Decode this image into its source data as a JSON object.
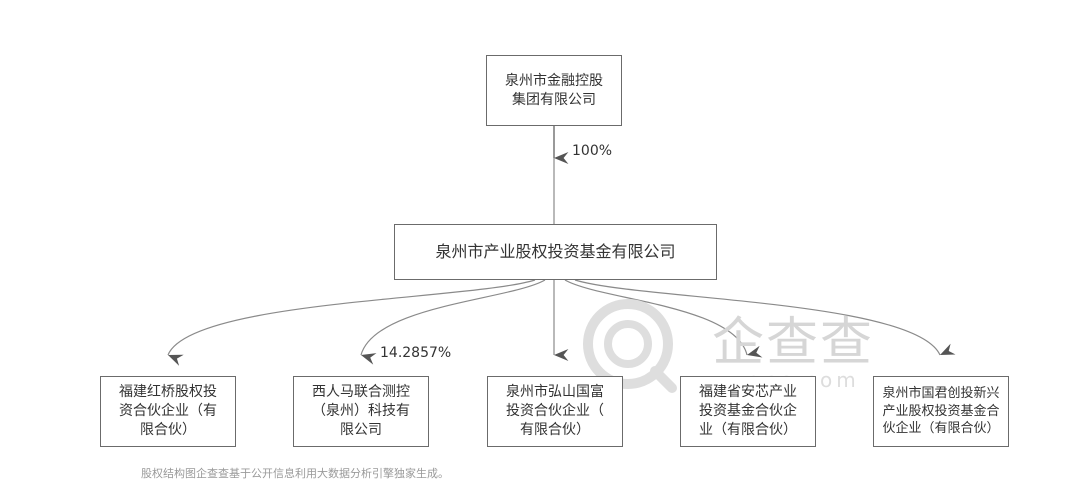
{
  "root": {
    "name": "泉州市金融控股\n集团有限公司"
  },
  "root_to_mid": {
    "percent": "100%"
  },
  "mid": {
    "name": "泉州市产业股权投资基金有限公司"
  },
  "children": [
    {
      "name": "福建红桥股权投\n资合伙企业（有\n限合伙）",
      "percent": ""
    },
    {
      "name": "西人马联合测控\n（泉州）科技有\n限公司",
      "percent": "14.2857%"
    },
    {
      "name": "泉州市弘山国富\n投资合伙企业（\n有限合伙）",
      "percent": ""
    },
    {
      "name": "福建省安芯产业\n投资基金合伙企\n业（有限合伙）",
      "percent": ""
    },
    {
      "name": "泉州市国君创投新兴\n产业股权投资基金合\n伙企业（有限合伙）",
      "percent": ""
    }
  ],
  "watermark": {
    "brand": "企查查",
    "domain": "qcc.com",
    "icon": "qcc-logo-icon"
  },
  "footer": {
    "note": "股权结构图企查查基于公开信息利用大数据分析引擎独家生成。"
  },
  "colors": {
    "line": "#7a7a7a",
    "box_border": "#6b6b6b",
    "text": "#333333",
    "watermark": "#d6d6d6"
  }
}
